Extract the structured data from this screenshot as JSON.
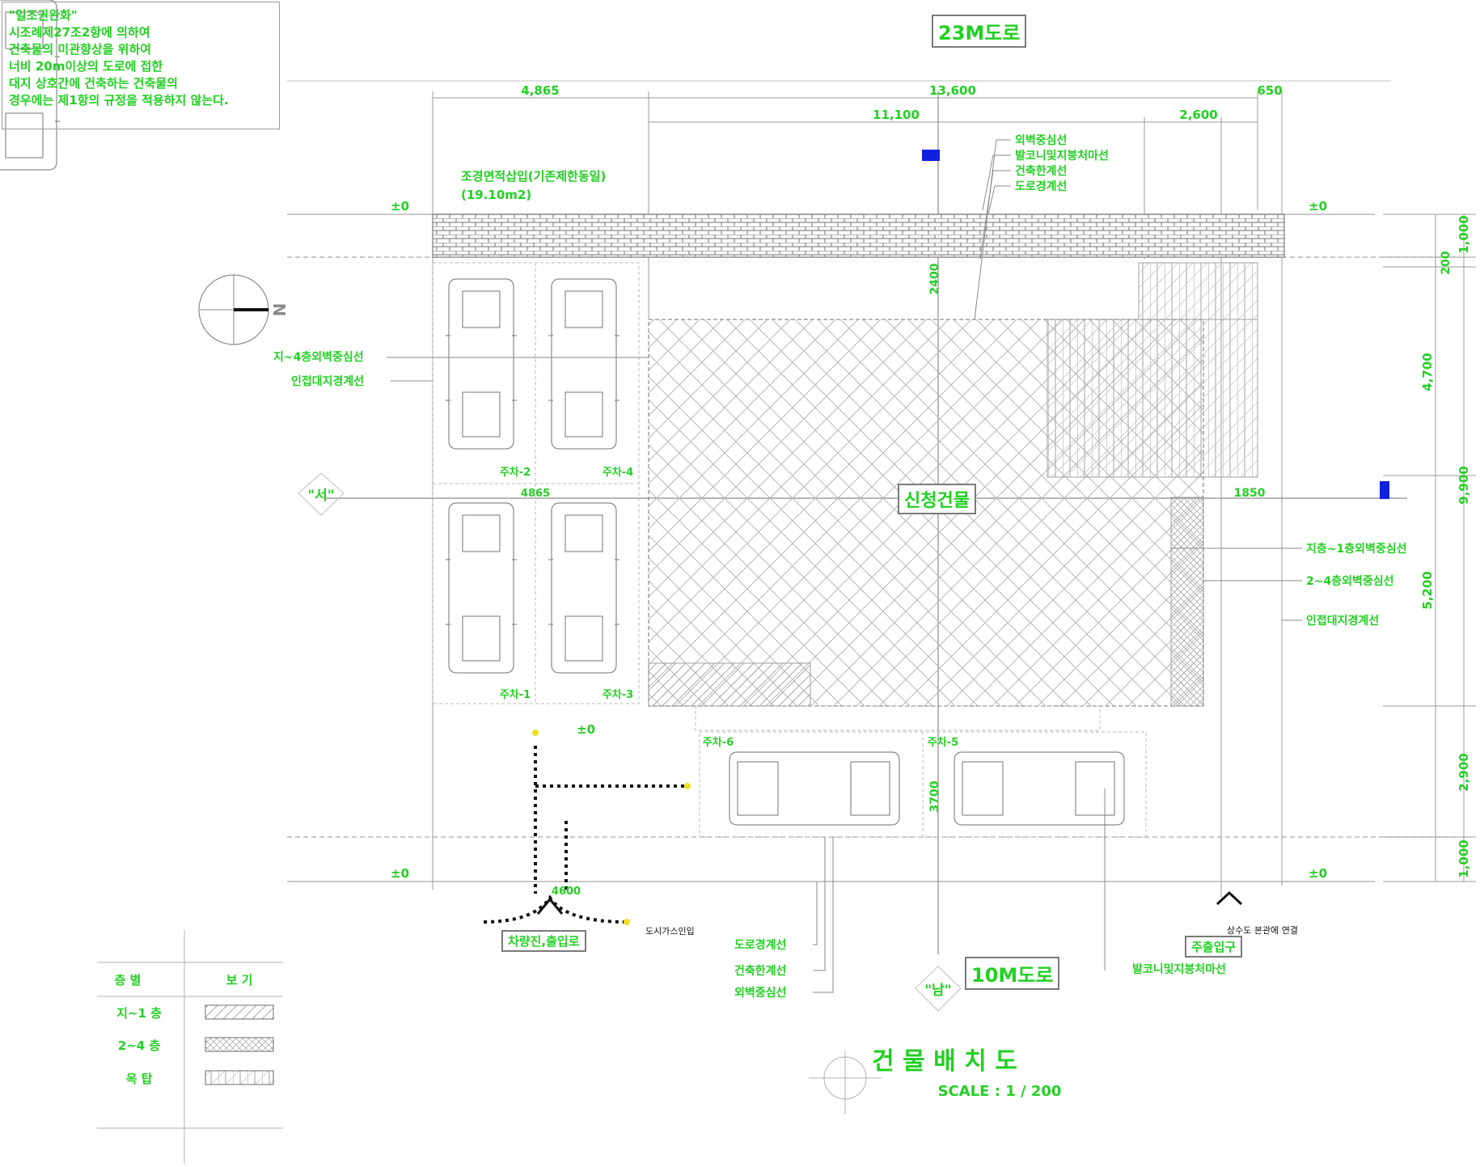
{
  "note": {
    "title": "\"일조권완화\"",
    "lines": [
      "시조례제27조2항에 의하여",
      "건축물의 미관향상을 위하여",
      "너비 20m이상의 도로에 접한",
      "대지 상호간에 건축하는 건축물의",
      "경우에는 제1항의 규정을 적용하지 않는다."
    ]
  },
  "roads": {
    "top": "23M도로",
    "bottom": "10M도로"
  },
  "drawing_title": "건 물 배 치 도",
  "scale": "SCALE : 1 / 200",
  "building_label": "신청건물",
  "landscape_label": {
    "line1": "조경면적삽입(기존제한동일)",
    "line2": "(19.10m2)"
  },
  "dims_top": {
    "a": "4,865",
    "b": "13,600",
    "c": "650",
    "d": "11,100",
    "e": "2,600"
  },
  "dims_right": {
    "a": "1,000",
    "b": "200",
    "c": "4,700",
    "d": "9,900",
    "e": "5,200",
    "f": "2,900",
    "g": "1,000"
  },
  "dims_inner": {
    "a": "2400",
    "b": "4865",
    "c": "1850",
    "d": "3700",
    "e": "4600"
  },
  "levels": {
    "tl": "±0",
    "tr": "±0",
    "bl": "±0",
    "br": "±0",
    "mid": "±0"
  },
  "callouts_top": [
    "외벽중심선",
    "발코니및지붕처마선",
    "건축한계선",
    "도로경계선"
  ],
  "callouts_left": [
    "지~4층외벽중심선",
    "인접대지경계선"
  ],
  "callouts_right": [
    "지층~1층외벽중심선",
    "2~4층외벽중심선",
    "인접대지경계선"
  ],
  "callouts_bottom": [
    "도로경계선",
    "건축한계선",
    "외벽중심선"
  ],
  "callout_balcony_bottom": "발코니및지붕처마선",
  "parking": {
    "p1": "주차-1",
    "p2": "주차-2",
    "p3": "주차-3",
    "p4": "주차-4",
    "p5": "주차-5",
    "p6": "주차-6"
  },
  "entrance_vehicle": "차량진,출입로",
  "entrance_main": "주출입구",
  "gas": "도시가스인입",
  "water": "상수도 본관에 연결",
  "marks": {
    "west": "\"서\"",
    "south": "\"남\""
  },
  "north_symbol": "N",
  "legend": {
    "header_a": "층 별",
    "header_b": "보 기",
    "rows": [
      "지~1 층",
      "2~4 층",
      "옥 탑"
    ]
  },
  "colors": {
    "text": "#22d022",
    "line": "#a8a8a8",
    "guide": "#9a9a9a",
    "marker": "#1020e0",
    "dot": "#f0e020"
  }
}
